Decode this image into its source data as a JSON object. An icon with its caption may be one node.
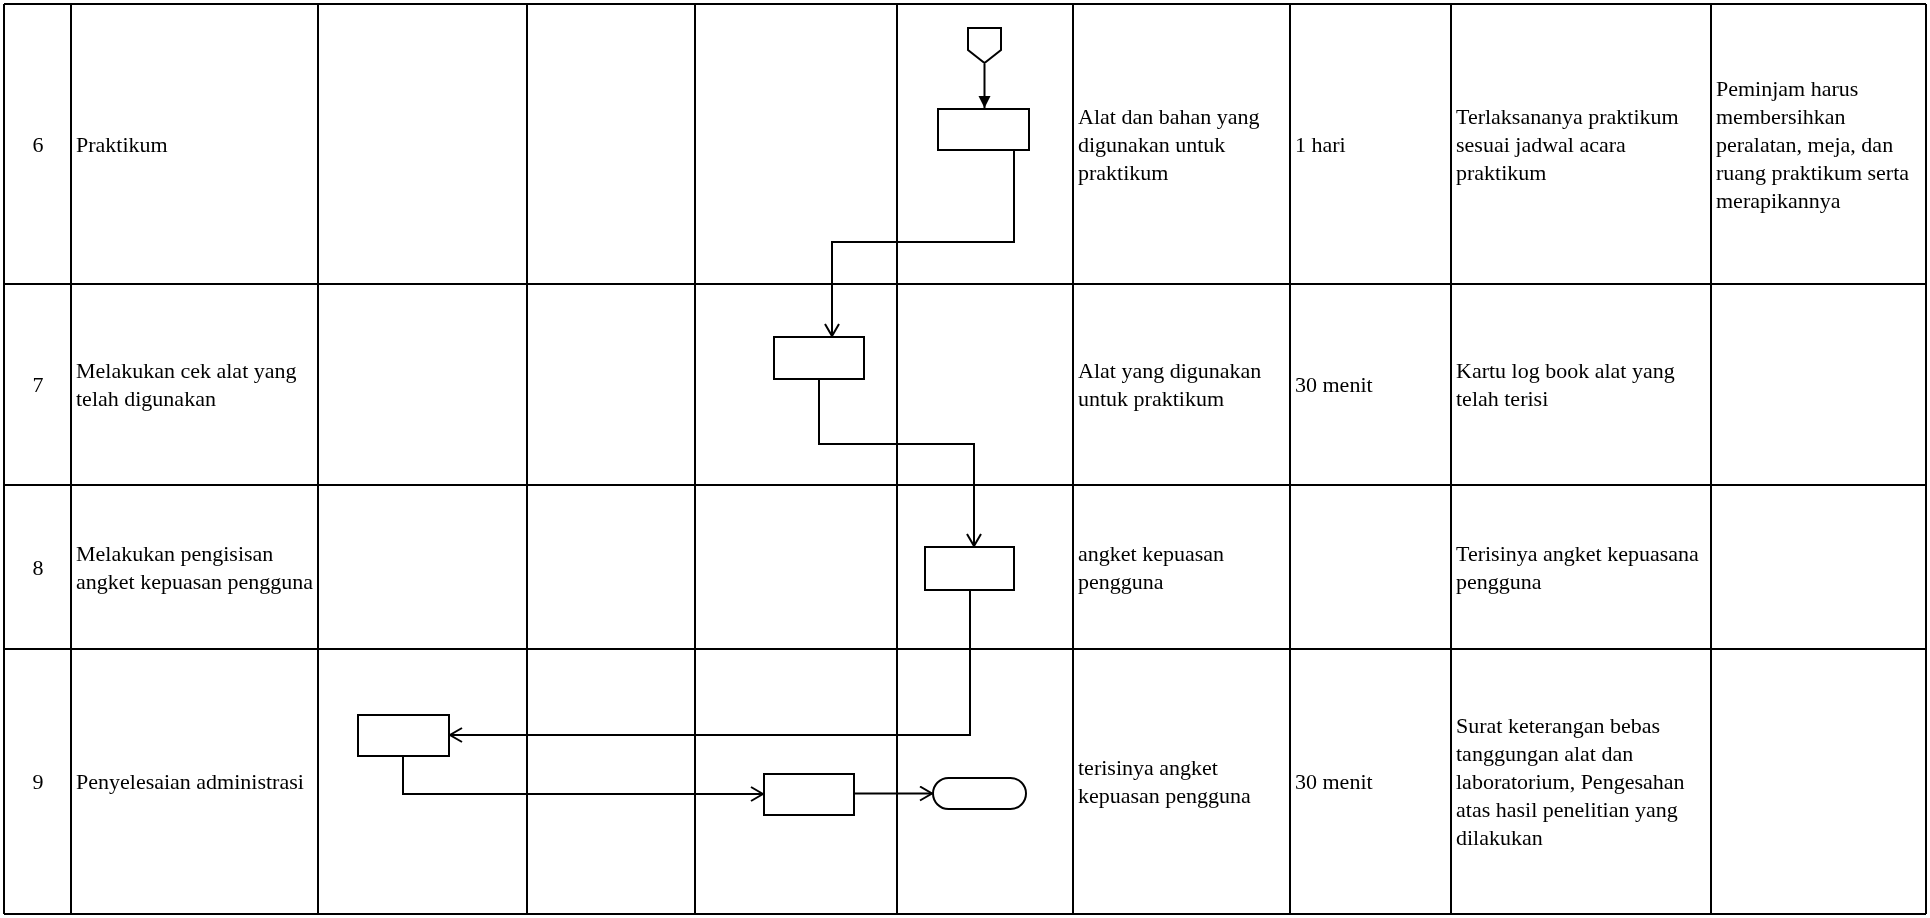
{
  "diagram": {
    "nodes": [
      {
        "text": [],
        "shape": "pentagon"
      },
      {
        "text": [],
        "shape": "box"
      },
      {
        "text": [],
        "shape": "box"
      },
      {
        "text": [],
        "shape": "box"
      },
      {
        "text": [],
        "shape": "box"
      },
      {
        "text": [],
        "shape": "box"
      },
      {
        "text": [],
        "shape": "terminator"
      }
    ],
    "edges": [
      {
        "from": 0,
        "to": 1,
        "arrow": "to"
      },
      {
        "from": 1,
        "to": 2,
        "arrow": "to"
      },
      {
        "from": 2,
        "to": 3,
        "arrow": "to"
      },
      {
        "from": 3,
        "to": 4,
        "arrow": "to"
      },
      {
        "from": 4,
        "to": 5,
        "arrow": "to"
      },
      {
        "from": 5,
        "to": 6,
        "arrow": "to"
      }
    ],
    "labels": [
      "6",
      "Praktikum",
      "Alat dan bahan yang digunakan untuk praktikum",
      "1 hari",
      "Terlaksananya praktikum sesuai jadwal acara praktikum",
      "Peminjam harus membersihkan peralatan, meja, dan ruang praktikum serta merapikannya",
      "7",
      "Melakukan cek alat yang telah digunakan",
      "Alat yang digunakan untuk praktikum",
      "30 menit",
      "Kartu log book alat yang telah terisi",
      "8",
      "Melakukan pengisisan angket kepuasan pengguna",
      "angket kepuasan pengguna",
      "Terisinya angket kepuasana pengguna",
      "9",
      "Penyelesaian administrasi",
      "terisinya angket kepuasan pengguna",
      "30 menit",
      "Surat keterangan bebas tanggungan alat dan laboratorium, Pengesahan atas hasil penelitian yang dilakukan"
    ]
  }
}
